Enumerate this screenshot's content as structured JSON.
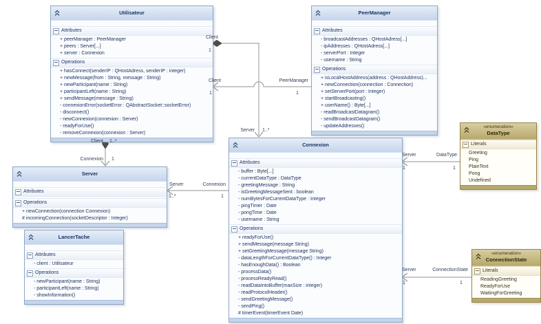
{
  "labels": {
    "attributes": "Attributes",
    "operations": "Operations",
    "literals": "Literals"
  },
  "icons": {
    "collapse": "double-chevron-up-icon",
    "compartment_toggle": "minus-box-icon"
  },
  "colors": {
    "class_header": "#c5d5ec",
    "class_border": "#8ca6c4",
    "class_text": "#1c3463",
    "enum_header": "#b7a96c",
    "enum_border": "#93854a",
    "connector_line": "#a6a6a6",
    "connector_text": "#333f55"
  },
  "classes": {
    "utilisateur": {
      "name": "Utilisateur",
      "attributes": [
        "+ peerManager : PeerManager",
        "+ peers : Server[...]",
        "+ server : Connexion"
      ],
      "operations": [
        "+ hasConnect(senderIP : QHostAdress, senderIP : integer)",
        "+ newMessage(from : String, message : String)",
        "+ newParticipant(name : String)",
        "+ participantLeft(name : String)",
        "+ sendMessage(message : String)",
        "- connexionError(socketError : QAbstractSocket::socketError)",
        "- disconnect()",
        "- newConnexion(connexion : Server)",
        "- readyForUse()",
        "- removeConnexion(connexion : Server)"
      ]
    },
    "peermanager": {
      "name": "PeerManager",
      "attributes": [
        "- broadcastAddresses : QHostAdress[...]",
        "- ipAddresses : QHostAdress[...]",
        "- serverPort : Integer",
        "- username : String"
      ],
      "operations": [
        "+ isLocalHostAddress(address : QHostAddress)...",
        "+ newConnection(connection : Connection)",
        "+ setServerPort(port : Integer)",
        "+ startBroadcasting()",
        "+ userName() : Byte[...]",
        "- readBroadcastDatagram()",
        "- sendBroadcastDatagram()",
        "- updateAddresses()"
      ]
    },
    "connexion": {
      "name": "Connexion",
      "attributes": [
        "- buffer : Byte[...]",
        "- currentDataType : DataType",
        "- greetingMessage : String",
        "- isGreetingMessageSent : boolean",
        "- numBytesForCurrentDataType : Integer",
        "- pingTimer : Date",
        "- pongTime : Date",
        "- username : String"
      ],
      "operations": [
        "+ readyForUse()",
        "+ sendMessage(message String)",
        "+ setGreetingMessage(message String)",
        "- dataLengthForCurrentDataType() : Integer",
        "- hasEnoughData() : Boolean",
        "- processData()",
        "- processReadyRead()",
        "- readDataIntoBuffer(maxSize : integer)",
        "- readProtocolHeader()",
        "- sendGreetingMessage()",
        "- sendPing()",
        "# timerEvent(timerEvent Date)"
      ]
    },
    "server": {
      "name": "Server",
      "attributes": [],
      "operations": [
        "+ newConnection(connection Connexion)",
        "# incomingConnection(socketDescriptor : Integer)"
      ]
    },
    "lancertache": {
      "name": "LancerTache",
      "attributes": [
        "- client : Utilisateur"
      ],
      "operations": [
        "- newParticipant(name : String)",
        "- participantLeft(name : String)",
        "- showInformation()"
      ]
    }
  },
  "enums": {
    "datatype": {
      "stereotype": "«enumeration»",
      "name": "DataType",
      "literals": [
        "Greeting",
        "Ping",
        "PlainText",
        "Pong",
        "Undefined"
      ]
    },
    "connectionstate": {
      "stereotype": "«enumeration»",
      "name": "ConnectionState",
      "literals": [
        "ReadingGreeting",
        "ReadyForUse",
        "WaitingForGreeting"
      ]
    }
  },
  "connectors": {
    "utilisateur_connexion": {
      "client_role": "Client",
      "client_mult": "1",
      "server_role": "Server",
      "server_mult": "1..*"
    },
    "peermanager_utilisateur": {
      "client_role": "Client",
      "client_mult": "1",
      "peermanager_role": "PeerManager",
      "peermanager_mult": "1"
    },
    "utilisateur_server": {
      "client_role": "Client",
      "client_mult": "1..*",
      "connexion_role": "Connexion",
      "connexion_mult": "1"
    },
    "server_connexion": {
      "server_role": "Server",
      "server_mult": "1..*",
      "connexion_role": "Connexion",
      "connexion_mult": "1"
    },
    "connexion_datatype": {
      "server_role": "Server",
      "server_mult": "1",
      "datatype_role": "DataType",
      "datatype_mult": "1"
    },
    "connexion_connectionstate": {
      "server_role": "Server",
      "server_mult": "1",
      "connectionstate_role": "ConnectionState",
      "connectionstate_mult": "1"
    }
  }
}
